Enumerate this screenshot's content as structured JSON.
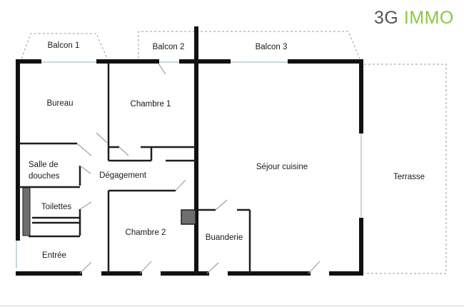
{
  "brand": {
    "part1": "3G",
    "part2": "IMMO",
    "color_primary": "#555555",
    "color_accent": "#8cc63f"
  },
  "rooms": {
    "balcon1": "Balcon 1",
    "balcon2": "Balcon 2",
    "balcon3": "Balcon 3",
    "bureau": "Bureau",
    "chambre1": "Chambre 1",
    "sejour": "Séjour cuisine",
    "terrasse": "Terrasse",
    "salle_line1": "Salle de",
    "salle_line2": "douches",
    "degagement": "Dégagement",
    "toilettes": "Toilettes",
    "chambre2": "Chambre 2",
    "buanderie": "Buanderie",
    "entree": "Entrée"
  },
  "colors": {
    "wall": "#111111",
    "partition": "#1e1e1e",
    "dashed": "#9a9a9a",
    "window": "#c9d7dd",
    "door": "#9aa4a8"
  }
}
